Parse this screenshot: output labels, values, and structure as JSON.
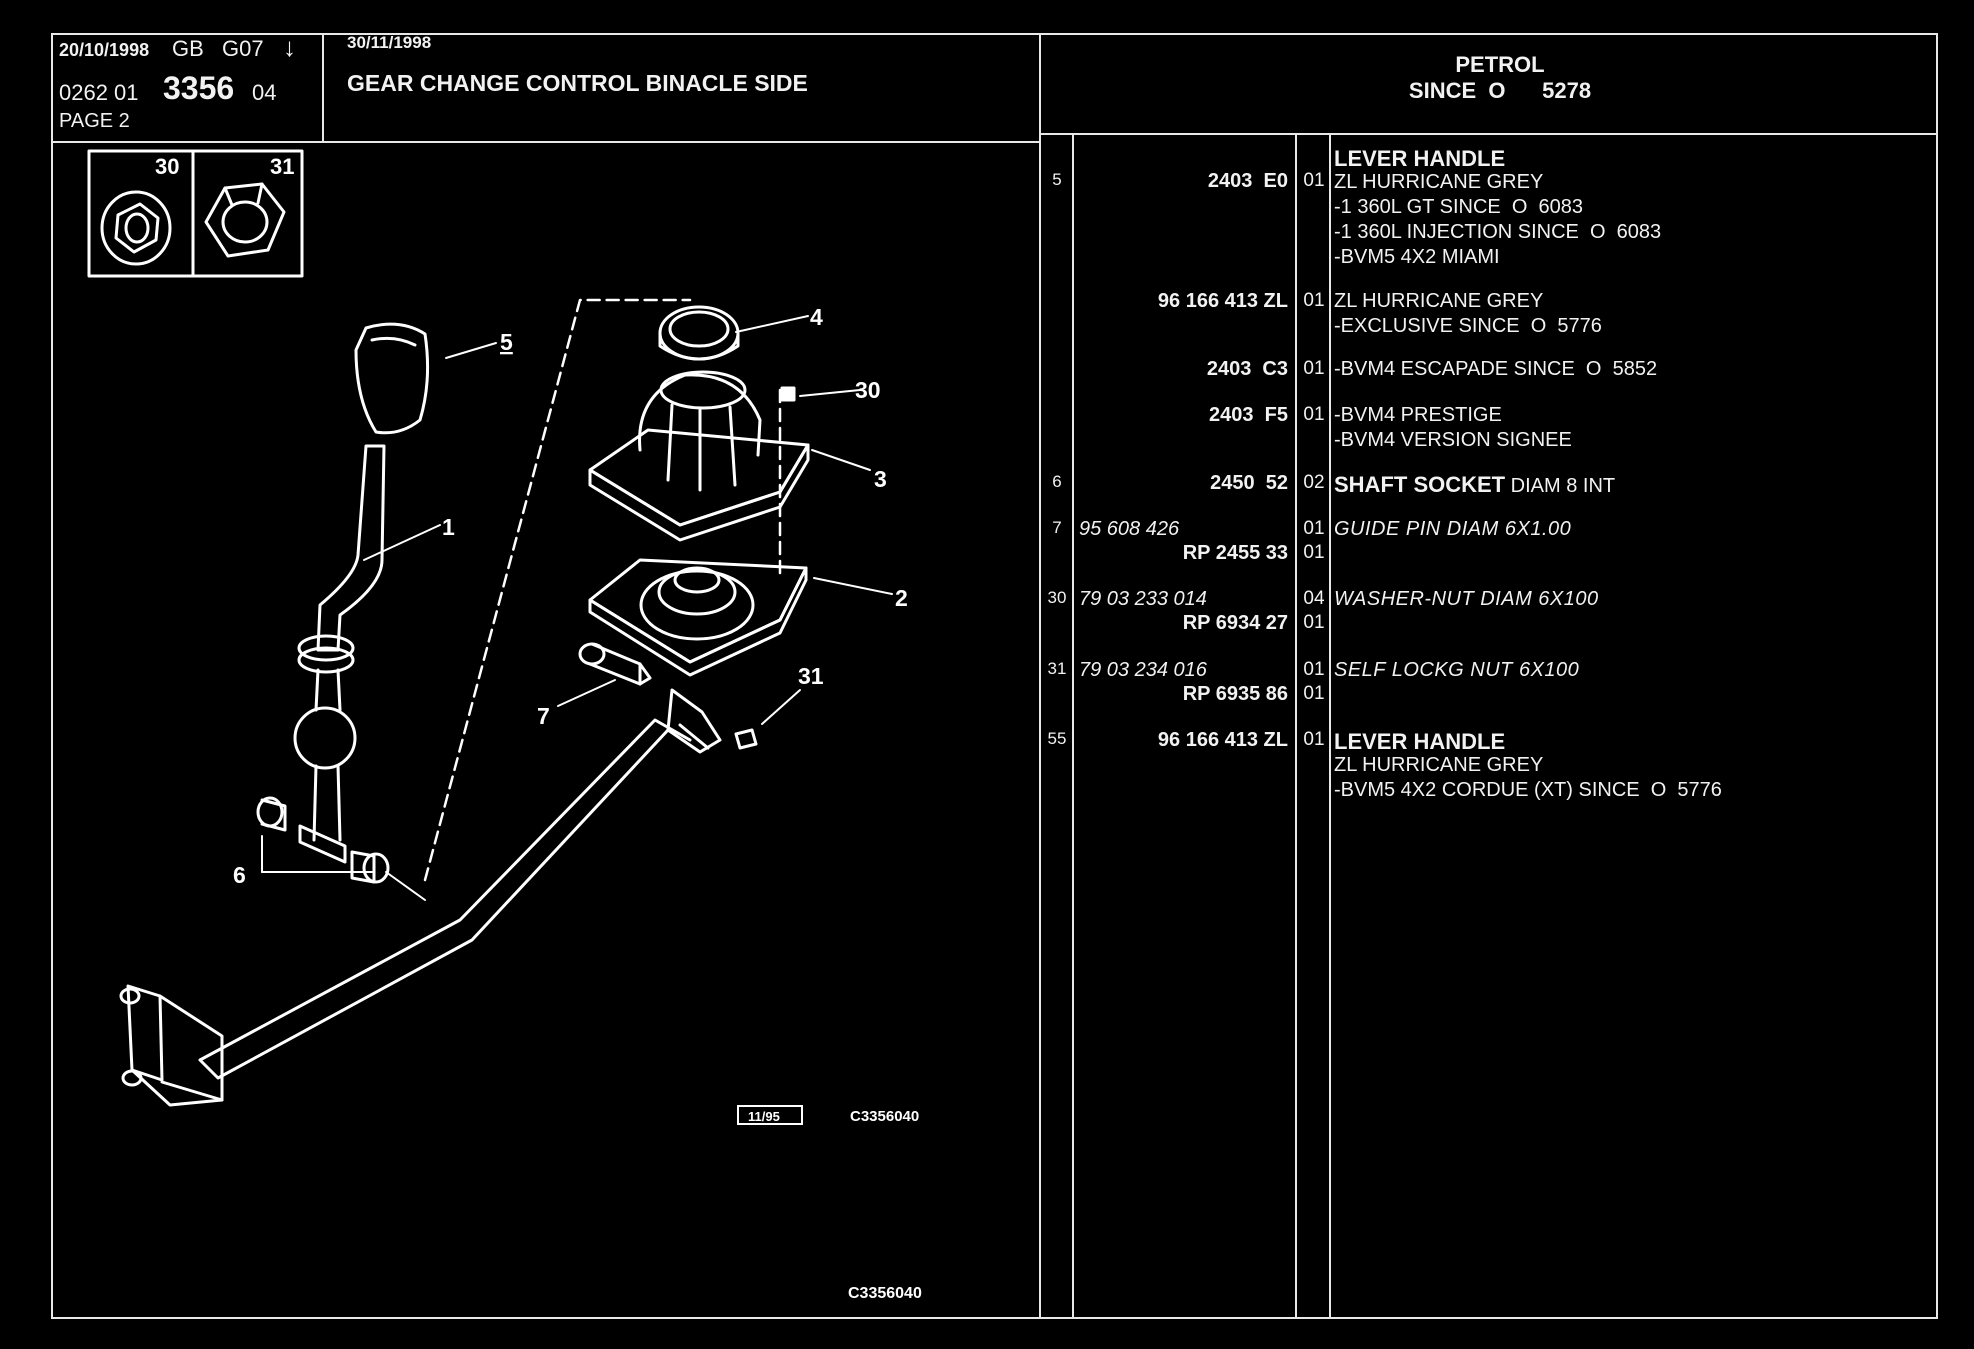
{
  "header": {
    "date1": "20/10/1998",
    "gb": "GB",
    "g07": "G07",
    "arrow": "↓",
    "code_prefix": "0262  01",
    "code_main": "3356",
    "code_suffix": "04",
    "page": "PAGE  2",
    "date2": "30/11/1998",
    "title": "GEAR CHANGE CONTROL BINACLE SIDE",
    "engine": "PETROL",
    "since": "SINCE  O      5278"
  },
  "diagram": {
    "legend": [
      "30",
      "31"
    ],
    "callouts": [
      "1",
      "2",
      "3",
      "4",
      "5",
      "6",
      "7",
      "30",
      "31"
    ],
    "box_ref": "11/95",
    "ref_code": "C3356040",
    "footer_code": "C3356040"
  },
  "parts": [
    {
      "ref": "5",
      "num": "2403  E0",
      "qty": "01",
      "lines": [
        {
          "t": "LEVER HANDLE",
          "s": "bold"
        },
        {
          "t": "ZL HURRICANE GREY",
          "s": "normal"
        },
        {
          "t": "-1 360L GT SINCE  O  6083",
          "s": "normal"
        },
        {
          "t": "-1 360L INJECTION SINCE  O  6083",
          "s": "normal"
        },
        {
          "t": "-BVM5 4X2 MIAMI",
          "s": "normal"
        }
      ]
    },
    {
      "ref": "",
      "num": "96 166 413 ZL",
      "qty": "01",
      "lines": [
        {
          "t": "ZL HURRICANE GREY",
          "s": "normal"
        },
        {
          "t": "-EXCLUSIVE SINCE  O  5776",
          "s": "normal"
        }
      ]
    },
    {
      "ref": "",
      "num": "2403  C3",
      "qty": "01",
      "lines": [
        {
          "t": "-BVM4 ESCAPADE SINCE  O  5852",
          "s": "normal"
        }
      ]
    },
    {
      "ref": "",
      "num": "2403  F5",
      "qty": "01",
      "lines": [
        {
          "t": "-BVM4 PRESTIGE",
          "s": "normal"
        },
        {
          "t": "-BVM4 VERSION SIGNEE",
          "s": "normal"
        }
      ]
    },
    {
      "ref": "6",
      "num": "2450  52",
      "qty": "02",
      "lines": [
        {
          "t": "SHAFT SOCKET",
          "s": "bold",
          "extra": " DIAM 8 INT"
        }
      ]
    },
    {
      "ref": "7",
      "num": "95 608 426",
      "num2": "RP  2455  33",
      "qty": "01",
      "qty2": "01",
      "lines": [
        {
          "t": "GUIDE PIN DIAM 6X1.00",
          "s": "italic"
        }
      ]
    },
    {
      "ref": "30",
      "num": "79 03 233 014",
      "num2": "RP  6934  27",
      "qty": "04",
      "qty2": "01",
      "lines": [
        {
          "t": "WASHER-NUT DIAM 6X100",
          "s": "italic"
        }
      ]
    },
    {
      "ref": "31",
      "num": "79 03 234 016",
      "num2": "RP  6935  86",
      "qty": "01",
      "qty2": "01",
      "lines": [
        {
          "t": "SELF LOCKG NUT 6X100",
          "s": "italic"
        }
      ]
    },
    {
      "ref": "55",
      "num": "96 166 413 ZL",
      "qty": "01",
      "lines": [
        {
          "t": "LEVER HANDLE",
          "s": "bold"
        },
        {
          "t": "ZL HURRICANE GREY",
          "s": "normal"
        },
        {
          "t": "-BVM5 4X2 CORDUE (XT) SINCE  O  5776",
          "s": "normal"
        }
      ]
    }
  ]
}
